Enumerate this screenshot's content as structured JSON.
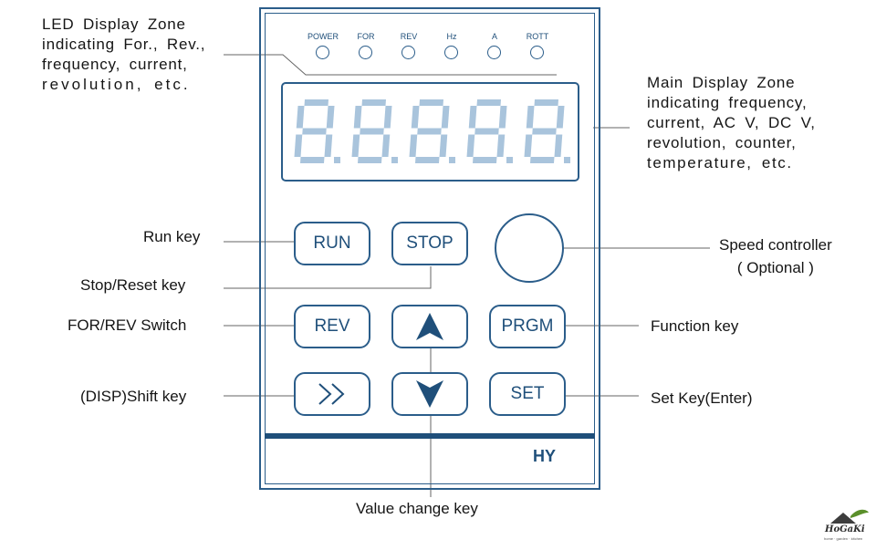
{
  "led_labels": [
    "POWER",
    "FOR",
    "REV",
    "Hz",
    "A",
    "ROTT"
  ],
  "display_digits": "8.8.8.8.8",
  "keys": {
    "run": "RUN",
    "stop": "STOP",
    "rev": "REV",
    "prgm": "PRGM",
    "set": "SET",
    "shift_icon": "double-chevron-right-icon",
    "up_icon": "up-arrow-icon",
    "down_icon": "down-arrow-icon"
  },
  "brand": "HY",
  "labels": {
    "led_zone": [
      "LED Display Zone",
      "indicating For., Rev.,",
      "frequency, current,",
      "revolution, etc."
    ],
    "main_zone": [
      "Main Display Zone",
      "indicating frequency,",
      "current, AC V, DC V,",
      "revolution, counter,",
      "temperature, etc."
    ],
    "run_key": "Run key",
    "stop_key": "Stop/Reset  key",
    "for_rev": "FOR/REV Switch",
    "shift_key": "(DISP)Shift key",
    "speed_controller": [
      "Speed controller",
      "( Optional )"
    ],
    "function_key": "Function key",
    "set_key": "Set Key(Enter)",
    "value_change": "Value change key"
  },
  "watermark": {
    "name": "HoGaKi",
    "tagline": "home · garden · kitchen"
  },
  "colors": {
    "panel": "#2b5d8a",
    "digit": "#a9c4dc",
    "text": "#151515"
  }
}
